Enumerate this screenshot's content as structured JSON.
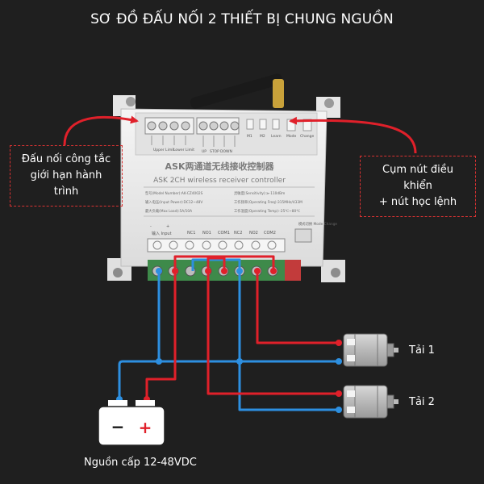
{
  "title": "SƠ ĐỒ ĐẤU NỐI 2 THIẾT BỊ CHUNG NGUỒN",
  "callouts": {
    "left": {
      "line1": "Đấu nối công tắc",
      "line2": "giới hạn hành trình"
    },
    "right": {
      "line1": "Cụm nút điều khiển",
      "line2": "+ nút học lệnh"
    }
  },
  "controller": {
    "title_cn": "ASK两通道无线接收控制器",
    "title_en": "ASK 2CH wireless receiver controller",
    "spec_left": [
      "型号(Model Number):AK-CZ4002S",
      "输入电压(Input Power):DC12~48V",
      "最大负载(Max Load):5A/10A"
    ],
    "spec_right": [
      "灵敏度(Sensitivity):≥-110dBm",
      "工作频率(Operating Freq):315MHz/433M",
      "工作温度(Operating Temp):-25℃~80℃"
    ],
    "top_left_labels": [
      "Upper Limit",
      "Lower Limit"
    ],
    "top_mid_labels": [
      "UP",
      "STOP",
      "DOWN"
    ],
    "top_right_labels": [
      "M1",
      "M2",
      "Learn",
      "Mode",
      "Change"
    ],
    "terminal_labels": [
      "-",
      "+",
      "输入 Input",
      "NC1",
      "NO1",
      "COM1",
      "NC2",
      "NO2",
      "COM2"
    ],
    "switch_label": "模式切换 Mode Change"
  },
  "loads": [
    {
      "label": "Tải 1"
    },
    {
      "label": "Tải 2"
    }
  ],
  "battery": {
    "minus": "−",
    "plus": "+",
    "label": "Nguồn cấp 12-48VDC"
  },
  "colors": {
    "background": "#1f1f1f",
    "wire_red": "#e0202a",
    "wire_blue": "#2d8fe0",
    "terminal_green": "#3e8a4a",
    "controller_body": "#ececec",
    "callout_border": "#d93232"
  },
  "icons": [
    "antenna-icon",
    "motor-icon",
    "battery-icon",
    "arrow-icon"
  ]
}
